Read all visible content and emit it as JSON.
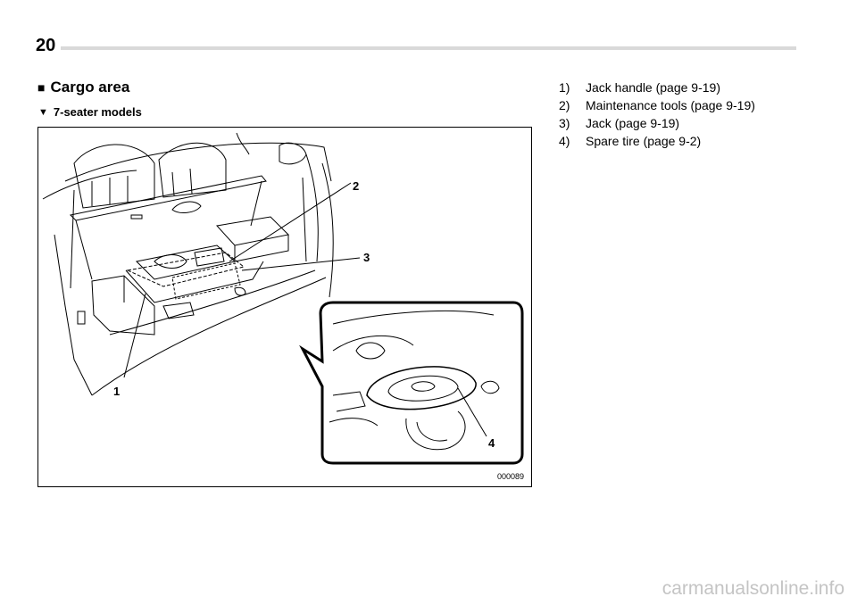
{
  "page": {
    "number": "20"
  },
  "section": {
    "marker": "■",
    "title": "Cargo area"
  },
  "subsection": {
    "marker": "▼",
    "title": "7-seater models"
  },
  "figure": {
    "code": "000089",
    "callouts": [
      "1",
      "2",
      "3",
      "4"
    ]
  },
  "legend": {
    "items": [
      {
        "num": "1)",
        "text": "Jack handle (page 9-19)"
      },
      {
        "num": "2)",
        "text": "Maintenance tools (page 9-19)"
      },
      {
        "num": "3)",
        "text": "Jack (page 9-19)"
      },
      {
        "num": "4)",
        "text": "Spare tire (page 9-2)"
      }
    ]
  },
  "watermark": "carmanualsonline.info"
}
